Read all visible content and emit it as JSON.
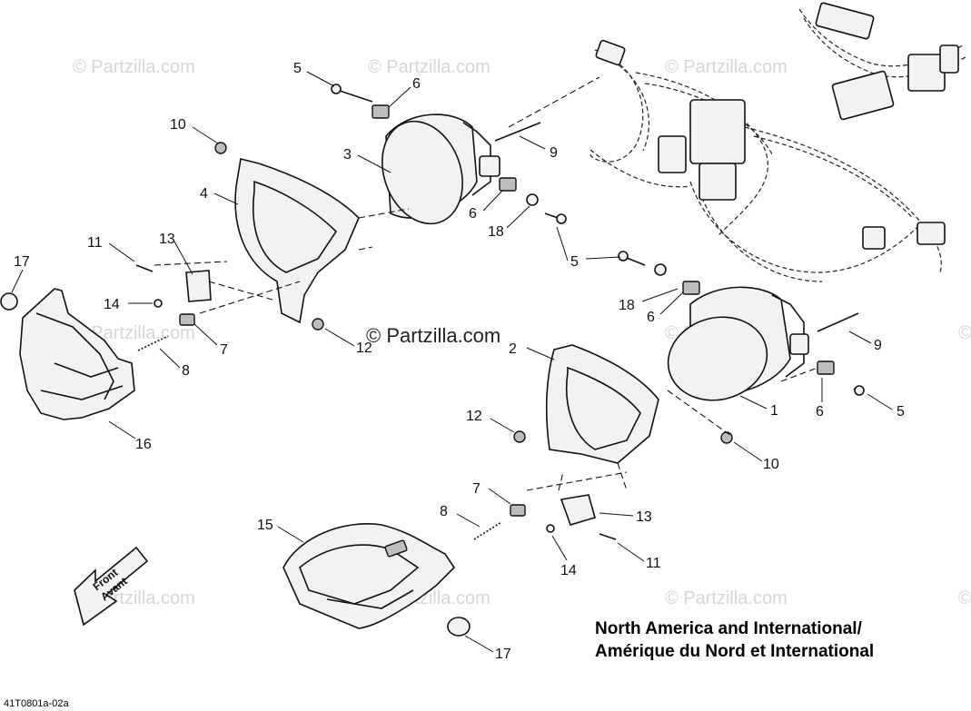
{
  "watermark": "© Partzilla.com",
  "center_watermark": "© Partzilla.com",
  "region_title": {
    "line1": "North America and International/",
    "line2": "Amérique du Nord et International"
  },
  "diagram_code": "41T0801a-02a",
  "front_arrow": {
    "line1": "Front",
    "line2": "Avant"
  },
  "callouts": {
    "c5a": "5",
    "c6a": "6",
    "c10a": "10",
    "c3": "3",
    "c9a": "9",
    "c4": "4",
    "c6b": "6",
    "c18a": "18",
    "c5b": "5",
    "c11a": "11",
    "c13a": "13",
    "c17a": "17",
    "c14a": "14",
    "c7a": "7",
    "c12a": "12",
    "c8a": "8",
    "c16": "16",
    "c2": "2",
    "c18b": "18",
    "c6c": "6",
    "c9b": "9",
    "c1": "1",
    "c6d": "6",
    "c5c": "5",
    "c12b": "12",
    "c10b": "10",
    "c7b": "7",
    "c8b": "8",
    "c13b": "13",
    "c15": "15",
    "c11b": "11",
    "c14b": "14",
    "c17b": "17"
  }
}
